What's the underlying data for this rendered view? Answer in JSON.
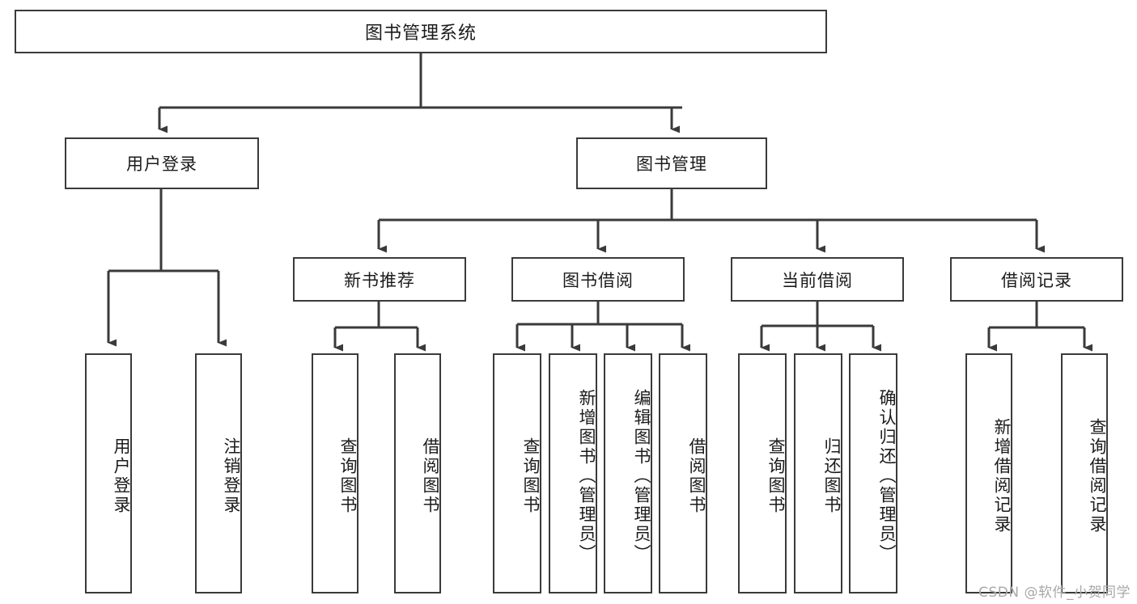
{
  "diagram": {
    "title": "图书管理系统",
    "watermark": "CSDN @软件_小贺同学",
    "stroke_color": "#3a3a3a",
    "fill_color": "#ffffff",
    "text_color": "#1b1b1b",
    "nodes": {
      "root": "图书管理系统",
      "l1": {
        "user_login": "用户登录",
        "book_manage": "图书管理"
      },
      "l2": {
        "new_book_rec": "新书推荐",
        "book_borrow": "图书借阅",
        "current_borrow": "当前借阅",
        "borrow_record": "借阅记录"
      },
      "leaves": {
        "user_login_1": "用户登录",
        "user_login_2": "注销登录",
        "new_book_1": "查询图书",
        "new_book_2": "借阅图书",
        "borrow_1": "查询图书",
        "borrow_2": "新增图书（管理员）",
        "borrow_3": "编辑图书（管理员）",
        "borrow_4": "借阅图书",
        "current_1": "查询图书",
        "current_2": "归还图书",
        "current_3": "确认归还（管理员）",
        "record_1": "新增借阅记录",
        "record_2": "查询借阅记录"
      }
    }
  }
}
